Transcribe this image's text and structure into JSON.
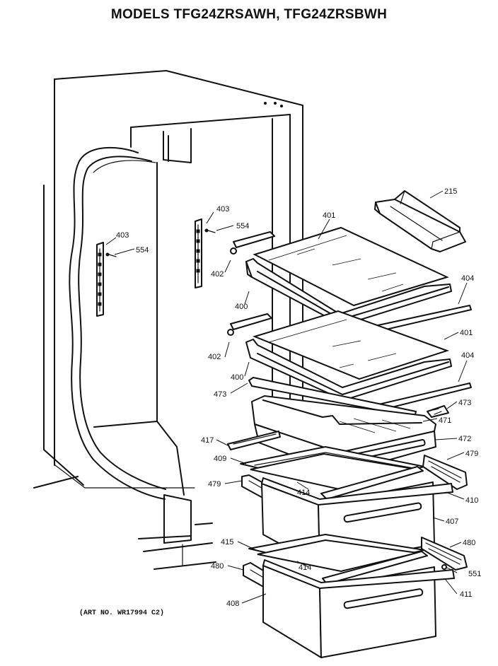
{
  "title": "MODELS TFG24ZRSAWH, TFG24ZRSBWH",
  "art_number": "(ART NO. WR17994 C2)",
  "callouts": {
    "c215": "215",
    "c401a": "401",
    "c401b": "401",
    "c403a": "403",
    "c403b": "403",
    "c554a": "554",
    "c554b": "554",
    "c402a": "402",
    "c402b": "402",
    "c400a": "400",
    "c400b": "400",
    "c404a": "404",
    "c404b": "404",
    "c473a": "473",
    "c473b": "473",
    "c471": "471",
    "c472": "472",
    "c417": "417",
    "c409": "409",
    "c479a": "479",
    "c479b": "479",
    "c414a": "414",
    "c414b": "414",
    "c410": "410",
    "c407": "407",
    "c415": "415",
    "c480a": "480",
    "c480b": "480",
    "c551": "551",
    "c411": "411",
    "c408": "408"
  }
}
